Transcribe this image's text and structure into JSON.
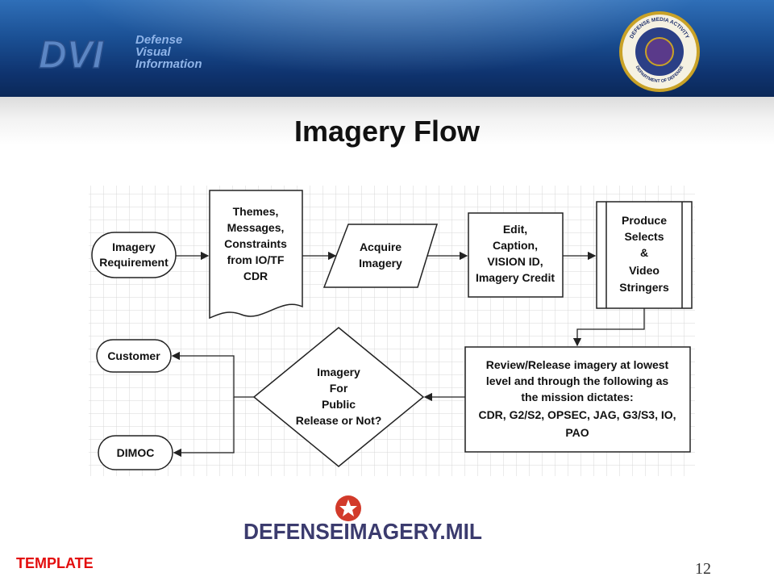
{
  "header": {
    "logo_main": "DVI",
    "logo_lines": [
      "Defense",
      "Visual",
      "Information"
    ],
    "seal_top": "DEFENSE MEDIA ACTIVITY",
    "seal_bottom": "DEPARTMENT OF DEFENSE"
  },
  "slide": {
    "title": "Imagery Flow"
  },
  "flow": {
    "requirement": [
      "Imagery",
      "Requirement"
    ],
    "themes": [
      "Themes,",
      "Messages,",
      "Constraints",
      "from IO/TF",
      "CDR"
    ],
    "acquire": [
      "Acquire",
      "Imagery"
    ],
    "edit": [
      "Edit,",
      "Caption,",
      "VISION ID,",
      "Imagery Credit"
    ],
    "produce": [
      "Produce",
      "Selects",
      "&",
      "Video",
      "Stringers"
    ],
    "review": [
      "Review/Release imagery at lowest",
      "level and through the following as",
      "the mission dictates:",
      "CDR, G2/S2, OPSEC, JAG, G3/S3, IO,",
      "PAO"
    ],
    "decision": [
      "Imagery",
      "For",
      "Public",
      "Release or Not?"
    ],
    "customer": "Customer",
    "dimoc": "DIMOC"
  },
  "footer": {
    "brand": "DEFENSEIMAGERY.MIL",
    "template_label": "TEMPLATE",
    "page_number": "12"
  },
  "colors": {
    "banner": "#1a4f93",
    "template_text": "#e30d0d",
    "brand_text": "#3b3b6e",
    "star_badge": "#d23a2a"
  }
}
